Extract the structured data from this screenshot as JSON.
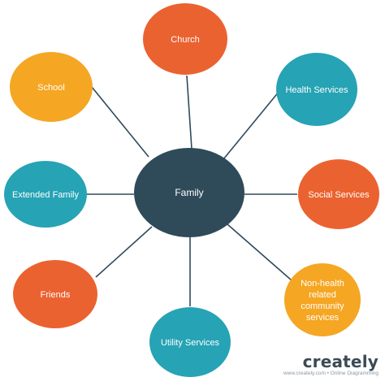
{
  "diagram": {
    "center": {
      "id": "family",
      "label": "Family",
      "color": "#2f4b5a",
      "text_color": "#ffffff"
    },
    "nodes": [
      {
        "id": "church",
        "label": "Church",
        "color": "#eb6231",
        "text_color": "#ffffff"
      },
      {
        "id": "health-services",
        "label": "Health Services",
        "color": "#26a3b4",
        "text_color": "#ffffff"
      },
      {
        "id": "social-services",
        "label": "Social Services",
        "color": "#eb6231",
        "text_color": "#ffffff"
      },
      {
        "id": "non-health-community-services",
        "label": "Non-health related community services",
        "color": "#f5a623",
        "text_color": "#ffffff"
      },
      {
        "id": "utility-services",
        "label": "Utility Services",
        "color": "#26a3b4",
        "text_color": "#ffffff"
      },
      {
        "id": "friends",
        "label": "Friends",
        "color": "#eb6231",
        "text_color": "#ffffff"
      },
      {
        "id": "extended-family",
        "label": "Extended Family",
        "color": "#26a3b4",
        "text_color": "#ffffff"
      },
      {
        "id": "school",
        "label": "School",
        "color": "#f5a623",
        "text_color": "#ffffff"
      }
    ],
    "edge_color": "#2f4b5a"
  },
  "watermark": {
    "logo": "creately",
    "sub": "www.creately.com • Online Diagramming"
  }
}
